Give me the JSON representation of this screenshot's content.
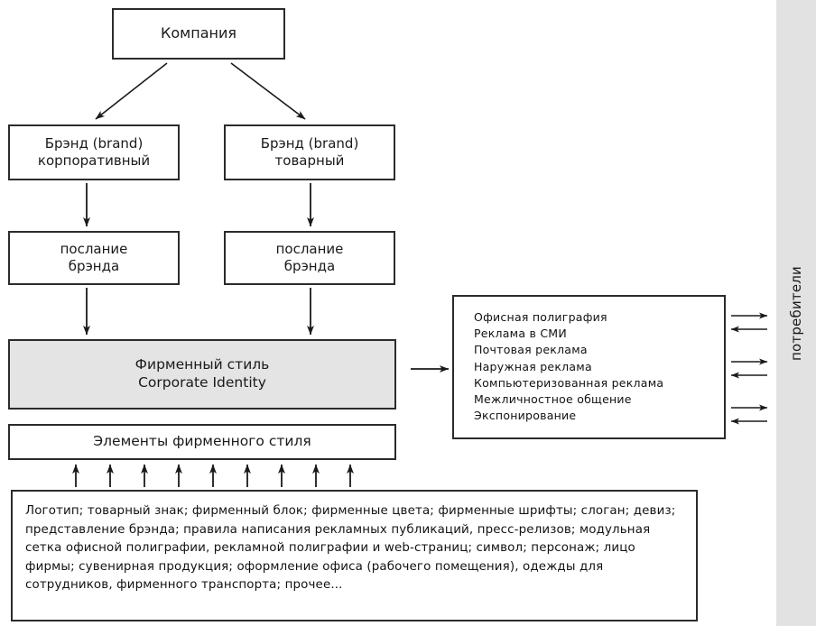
{
  "diagram": {
    "title_box": {
      "label": "Компания"
    },
    "brand_boxes": [
      {
        "label": "Брэнд (brand)\nкорпоративный"
      },
      {
        "label": "Брэнд (brand)\nтоварный"
      }
    ],
    "message_boxes": [
      {
        "label": "послание\nбрэнда"
      },
      {
        "label": "послание\nбрэнда"
      }
    ],
    "identity_box": {
      "label": "Фирменный стиль\nCorporate Identity"
    },
    "elements_box": {
      "label": "Элементы фирменного стиля"
    },
    "channels": {
      "items": [
        "Офисная полиграфия",
        "Реклама в СМИ",
        "Почтовая реклама",
        "Наружная реклама",
        "Компьютеризованная реклама",
        "Межличностное общение",
        "Экспонирование"
      ]
    },
    "consumers": {
      "label": "потребители"
    },
    "elements_text": {
      "body": "Логотип; товарный знак; фирменный блок; фирменные цвета; фирменные шрифты; слоган; девиз; представление брэнда; правила написания рекламных публикаций, пресс-релизов; модульная сетка офисной полиграфии, рекламной полиграфии и web-страниц; символ; персонаж; лицо фирмы; сувенирная продукция; оформление офиса (рабочего помещения), одежды для сотрудников, фирменного транспорта; прочее..."
    },
    "colors": {
      "stroke": "#2b2b2b",
      "shaded_fill": "#e4e4e4",
      "strip_fill": "#e2e2e2",
      "text": "#121212",
      "background": "#ffffff"
    }
  }
}
